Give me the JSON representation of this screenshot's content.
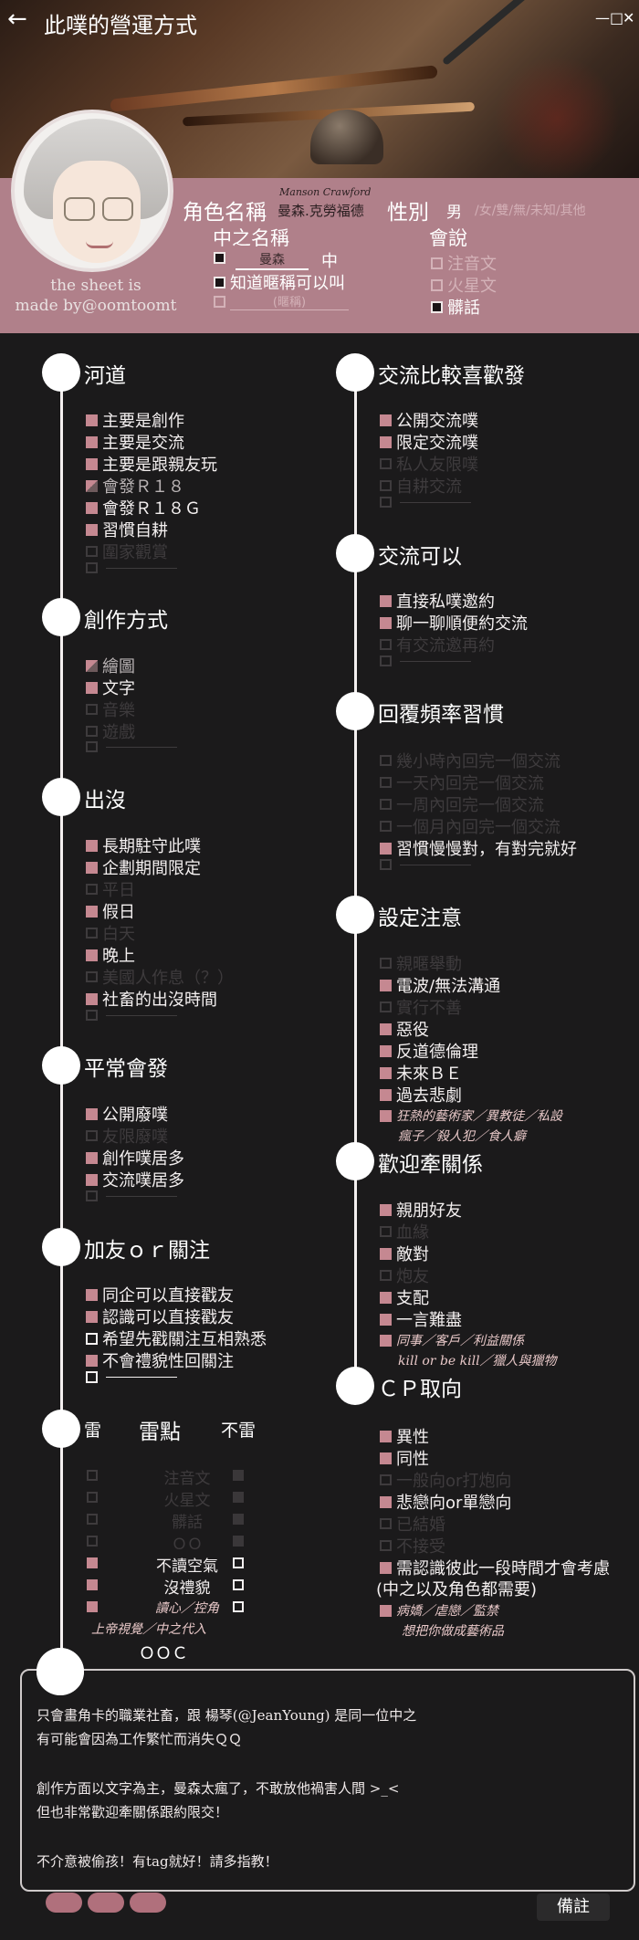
{
  "topbar": {
    "title": "此噗的營運方式",
    "back": "←",
    "minimize": "—",
    "maximize": "□",
    "close": "✕"
  },
  "profile": {
    "credit_line1": "the sheet is",
    "credit_line2": "made by@oomtoomt",
    "name_label": "角色名稱",
    "name_en": "Manson Crawford",
    "name_zh": "曼森.克勞福德",
    "gender_label": "性別",
    "gender_selected": "男",
    "gender_others": "/女/雙/無/未知/其他",
    "nick_label": "中之名稱",
    "nick_value": "曼森",
    "nick_suffix": "中",
    "nick_known": "知道暱稱可以叫",
    "nick_other": "(暱稱)",
    "speak_label": "會說",
    "speak_options": [
      "注音文",
      "火星文",
      "髒話"
    ]
  },
  "left": {
    "s1": {
      "title": "河道",
      "items": [
        "主要是創作",
        "主要是交流",
        "主要是跟親友玩",
        "會發Ｒ１８",
        "會發Ｒ１８Ｇ",
        "習慣自耕",
        "圍家觀賞"
      ]
    },
    "s2": {
      "title": "創作方式",
      "items": [
        "繪圖",
        "文字",
        "音樂",
        "遊戲"
      ]
    },
    "s3": {
      "title": "出沒",
      "items": [
        "長期駐守此噗",
        "企劃期間限定",
        "平日",
        "假日",
        "白天",
        "晚上",
        "美國人作息（？）",
        "社畜的出沒時間"
      ]
    },
    "s4": {
      "title": "平常會發",
      "items": [
        "公開廢噗",
        "友限廢噗",
        "創作噗居多",
        "交流噗居多"
      ]
    },
    "s5": {
      "title": "加友ｏｒ關注",
      "items": [
        "同企可以直接戳友",
        "認識可以直接戳友",
        "希望先戳關注互相熟悉",
        "不會禮貌性回關注"
      ]
    },
    "s6": {
      "title": "雷",
      "col_mid": "雷點",
      "col_right": "不雷",
      "rows": [
        "注音文",
        "火星文",
        "髒話",
        "ＯＯ",
        "不讀空氣",
        "沒禮貌",
        "讀心／控角"
      ],
      "extra": "上帝視覺／中之代入"
    },
    "s7": {
      "title": "ＯＯＣ"
    }
  },
  "right": {
    "s1": {
      "title": "交流比較喜歡發",
      "items": [
        "公開交流噗",
        "限定交流噗",
        "私人友限噗",
        "自耕交流"
      ]
    },
    "s2": {
      "title": "交流可以",
      "items": [
        "直接私噗邀約",
        "聊一聊順便約交流",
        "有交流邀再約"
      ]
    },
    "s3": {
      "title": "回覆頻率習慣",
      "items": [
        "幾小時內回完一個交流",
        "一天內回完一個交流",
        "一周內回完一個交流",
        "一個月內回完一個交流",
        "習慣慢慢對，有對完就好"
      ]
    },
    "s4": {
      "title": "設定注意",
      "items": [
        "親暱舉動",
        "電波/無法溝通",
        "實行不善",
        "惡役",
        "反道德倫理",
        "未來ＢＥ",
        "過去悲劇"
      ],
      "extra1": "狂熱的藝術家／異教徒／私設",
      "extra2": "瘋子／殺人犯／食人癖"
    },
    "s5": {
      "title": "歡迎牽關係",
      "items": [
        "親朋好友",
        "血緣",
        "敵對",
        "炮友",
        "支配",
        "一言難盡"
      ],
      "extra1": "同事／客戶／利益關係",
      "extra2": "kill or be kill／獵人與獵物"
    },
    "s6": {
      "title": "ＣＰ取向",
      "items": [
        "異性",
        "同性",
        "一般向or打炮向",
        "悲戀向or單戀向",
        "已結婚",
        "不接受",
        "需認識彼此一段時間才會考慮"
      ],
      "extra0": "(中之以及角色都需要)",
      "extra1": "病嬌／虐戀／監禁",
      "extra2": "想把你做成藝術品"
    }
  },
  "ooc": {
    "lines": [
      "只會畫角卡的職業社畜，跟 楊琴(@JeanYoung) 是同一位中之",
      "有可能會因為工作繁忙而消失ＱＱ",
      "",
      "創作方面以文字為主，曼森太瘋了，不敢放他禍害人間 >_<",
      "但也非常歡迎牽關係跟約限交！",
      "",
      "不介意被偷孩！有tag就好！請多指教！"
    ]
  },
  "footer": {
    "notes_button": "備註"
  },
  "colors": {
    "accent_pink": "#c58891",
    "band_pink": "#b0808a",
    "background": "#1b1a1b",
    "dim_text": "#3e3b3d"
  }
}
